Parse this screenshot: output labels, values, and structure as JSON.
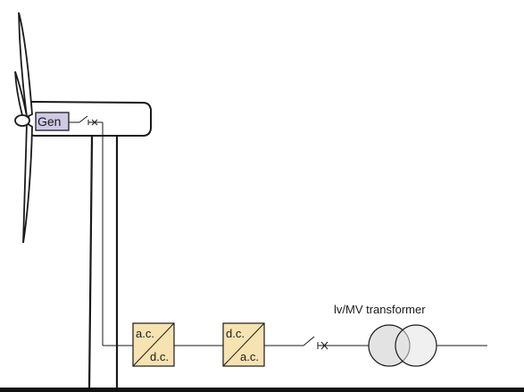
{
  "labels": {
    "generator": "Gen",
    "converter1_top": "a.c.",
    "converter1_bottom": "d.c.",
    "converter2_top": "d.c.",
    "converter2_bottom": "a.c.",
    "transformer": "lv/MV transformer"
  },
  "colors": {
    "generator_fill": "#cfc9e6",
    "converter_fill": "#f7e3b1",
    "transformer_fill": "#e3e3e3",
    "line": "#1a1a1a",
    "ground": "#111111"
  }
}
